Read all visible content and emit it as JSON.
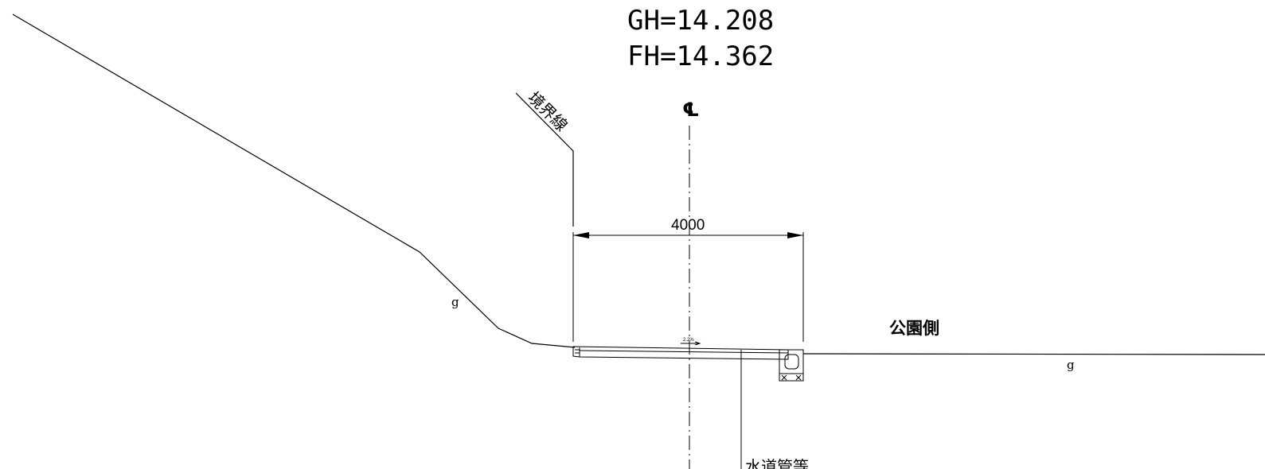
{
  "levels": {
    "gh": "GH=14.208",
    "fh": "FH=14.362"
  },
  "labels": {
    "boundary": "境界線",
    "centerline": "℄",
    "park_side": "公園側",
    "ground_left": "g",
    "ground_right": "g",
    "pipe": "水道管等",
    "slope": "2.2%"
  },
  "dimension": {
    "width": "4000"
  }
}
